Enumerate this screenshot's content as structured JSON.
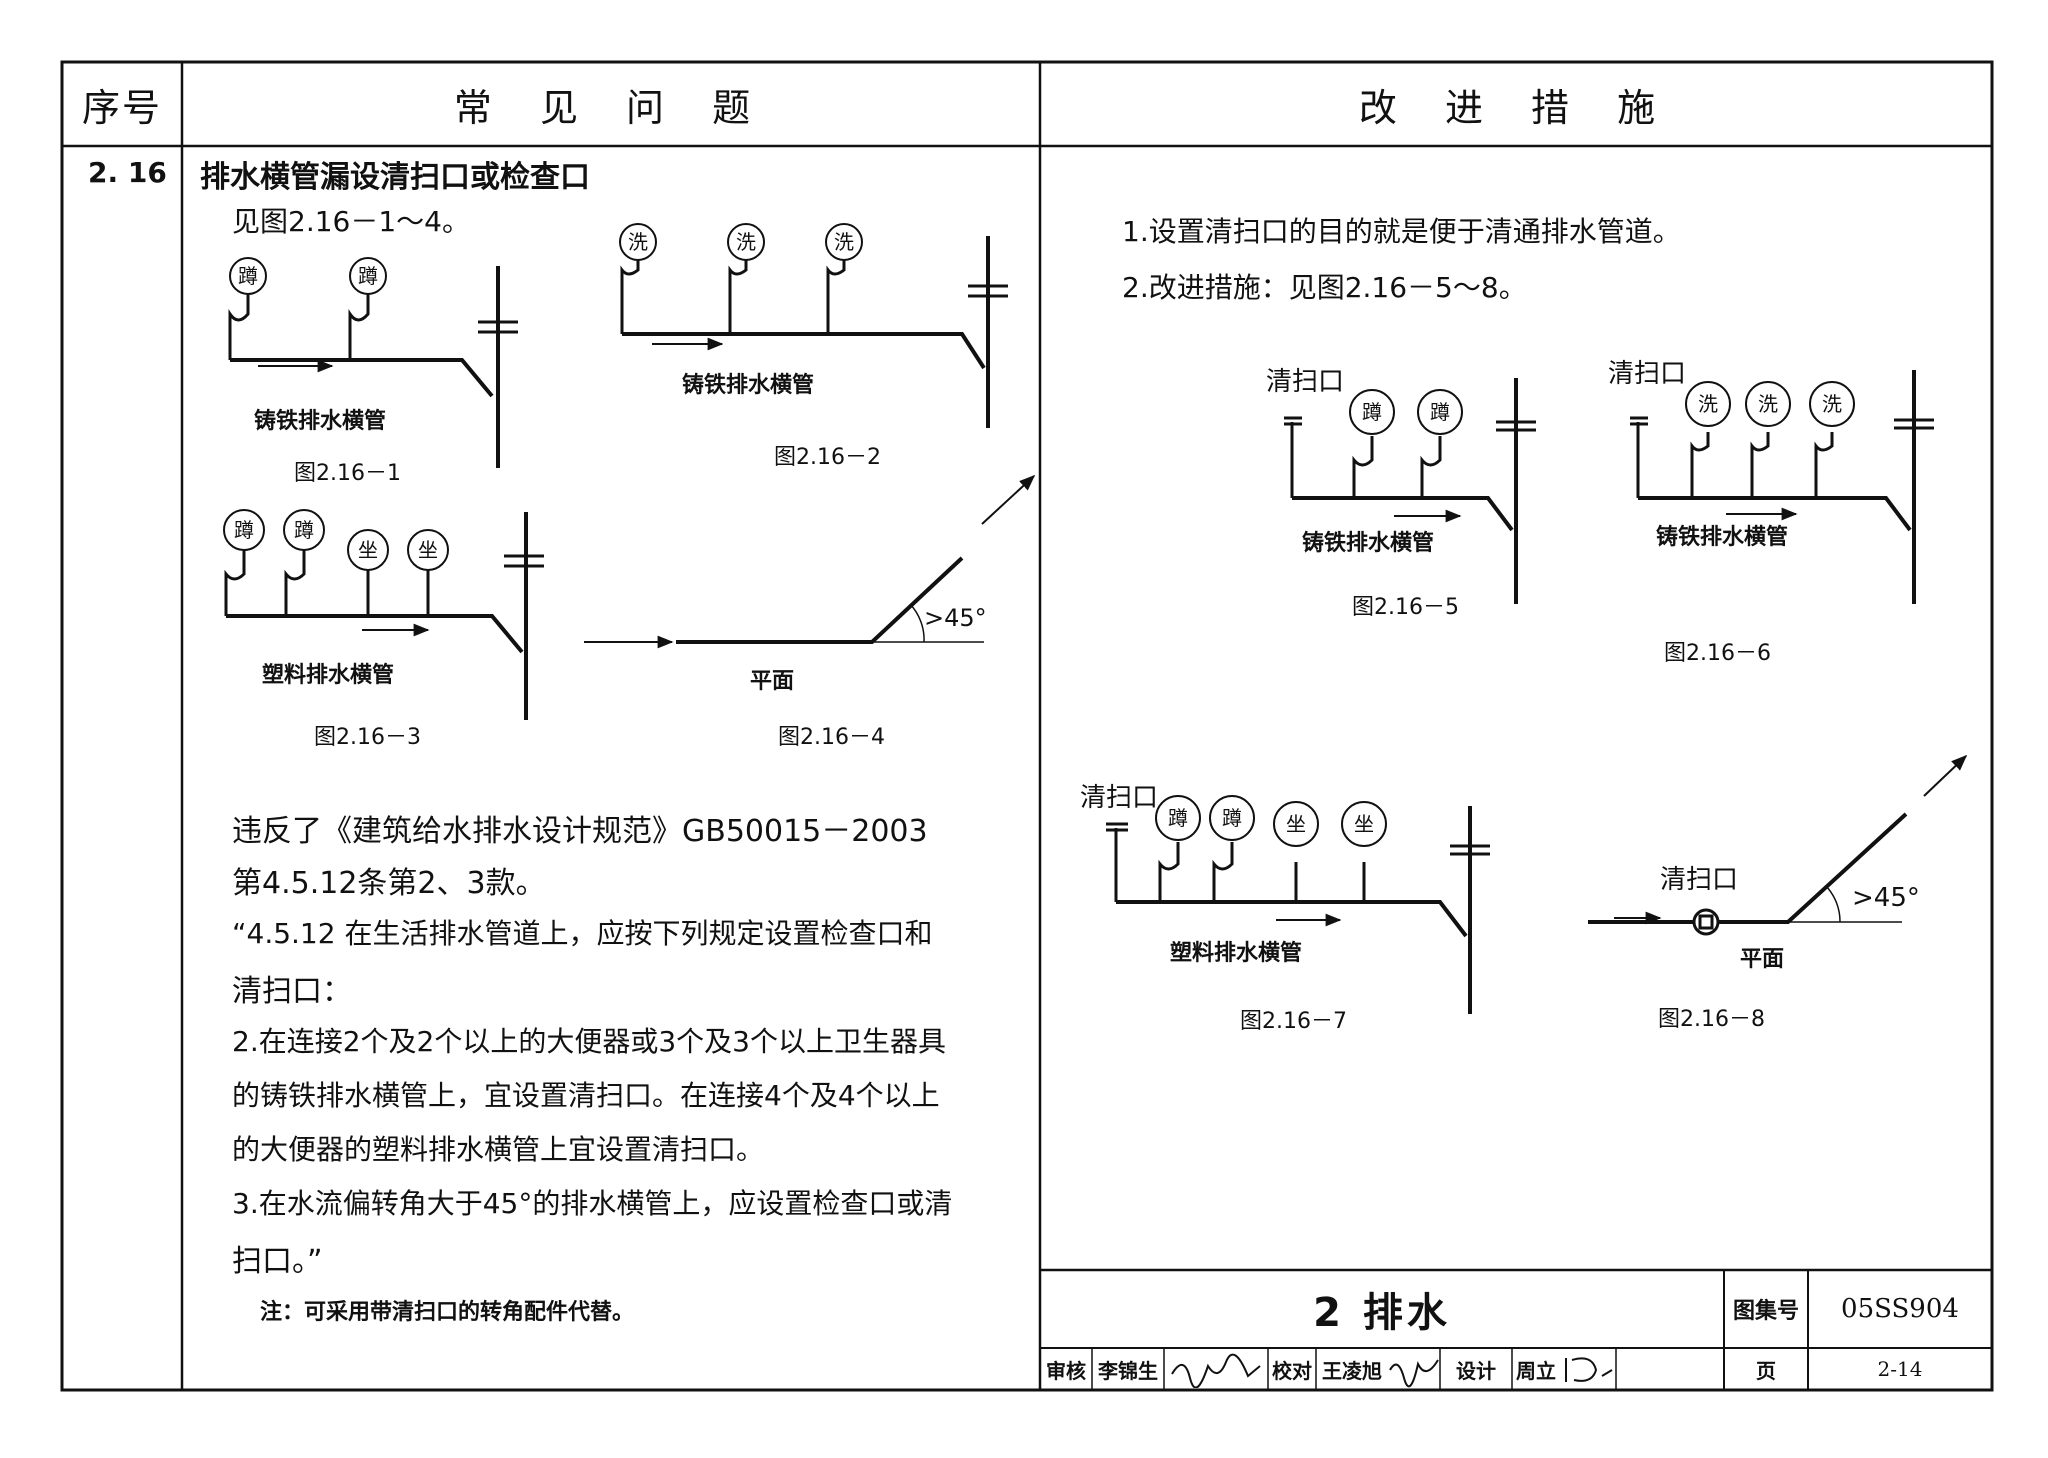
{
  "header": {
    "col_no": "序号",
    "col_problem": "常 见 问 题",
    "col_fix": "改 进 措 施"
  },
  "section": {
    "number": "2. 16",
    "title": "排水横管漏设清扫口或检查口"
  },
  "problem": {
    "see_figs": "见图2.16－1～4。",
    "figures": {
      "f1": {
        "caption": "图2.16－1",
        "pipe_label": "铸铁排水横管",
        "fixture": "蹲"
      },
      "f2": {
        "caption": "图2.16－2",
        "pipe_label": "铸铁排水横管",
        "fixture": "洗"
      },
      "f3": {
        "caption": "图2.16－3",
        "pipe_label": "塑料排水横管",
        "fixture_a": "蹲",
        "fixture_b": "坐"
      },
      "f4": {
        "caption": "图2.16－4",
        "plan_label": "平面",
        "angle": ">45°"
      }
    },
    "text": [
      "违反了《建筑给水排水设计规范》GB50015－2003",
      "第4.5.12条第2、3款。",
      "“4.5.12  在生活排水管道上，应按下列规定设置检查口和",
      "清扫口：",
      "2.在连接2个及2个以上的大便器或3个及3个以上卫生器具",
      "的铸铁排水横管上，宜设置清扫口。在连接4个及4个以上",
      "的大便器的塑料排水横管上宜设置清扫口。",
      "3.在水流偏转角大于45°的排水横管上，应设置检查口或清",
      "扫口。”"
    ],
    "note": "注：可采用带清扫口的转角配件代替。"
  },
  "fix": {
    "items": [
      "1.设置清扫口的目的就是便于清通排水管道。",
      "2.改进措施：见图2.16－5～8。"
    ],
    "cleanout_label": "清扫口",
    "figures": {
      "f5": {
        "caption": "图2.16－5",
        "pipe_label": "铸铁排水横管",
        "fixture": "蹲"
      },
      "f6": {
        "caption": "图2.16－6",
        "pipe_label": "铸铁排水横管",
        "fixture": "洗"
      },
      "f7": {
        "caption": "图2.16－7",
        "pipe_label": "塑料排水横管",
        "fixture_a": "蹲",
        "fixture_b": "坐"
      },
      "f8": {
        "caption": "图2.16－8",
        "plan_label": "平面",
        "angle": ">45°"
      }
    }
  },
  "title_block": {
    "chapter": "2  排水",
    "atlas_label": "图集号",
    "atlas_no": "05SS904",
    "page_label": "页",
    "page_no": "2-14",
    "review_label": "审核",
    "reviewer": "李锦生",
    "check_label": "校对",
    "checker": "王凌旭",
    "design_label": "设计",
    "designer": "周立"
  }
}
